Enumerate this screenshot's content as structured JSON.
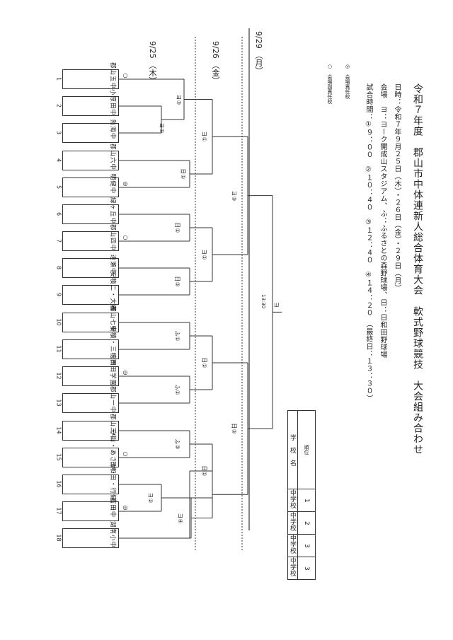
{
  "doc": {
    "title": "令和７年度　郡山市中体連新人総合体育大会　軟式野球競技　大会組み合わせ",
    "date_line": "日時：令和７年９月２５日（木）・２６日（金）・２９日（月）",
    "venue_line": "会場　ヨ：ヨーク開成山スタジアム、ふ：ふるさとの森野球場、日：日和田野球場",
    "time_line": "試合時間：①９：００　②１０：４０　③１２：４０　④１４：２０　（最終日：１３：３０）",
    "legend": {
      "double": "◎　会場責任校",
      "single": "○　会場副責任校"
    }
  },
  "dates": {
    "d3": "9/29\n（月）",
    "d2": "9/26\n（金）",
    "d1": "9/25\n（木）"
  },
  "final_time": "13:30",
  "teams": [
    {
      "num": "1",
      "name": "郡山五中",
      "mark": "○"
    },
    {
      "num": "2",
      "name": "小原田中",
      "mark": ""
    },
    {
      "num": "3",
      "name": "熱海中",
      "mark": ""
    },
    {
      "num": "4",
      "name": "郡山六中",
      "mark": ""
    },
    {
      "num": "5",
      "name": "明健中",
      "mark": "◎"
    },
    {
      "num": "6",
      "name": "緑ヶ丘中",
      "mark": ""
    },
    {
      "num": "7",
      "name": "郡山四中",
      "mark": "○"
    },
    {
      "num": "8",
      "name": "逢瀬中",
      "mark": ""
    },
    {
      "num": "9",
      "name": "安積二・大槻",
      "mark": ""
    },
    {
      "num": "10",
      "name": "郡山七中",
      "mark": ""
    },
    {
      "num": "11",
      "name": "安積・三穂田",
      "mark": ""
    },
    {
      "num": "12",
      "name": "西田学園",
      "mark": "◎"
    },
    {
      "num": "13",
      "name": "郡山一中",
      "mark": ""
    },
    {
      "num": "14",
      "name": "郡山三中",
      "mark": ""
    },
    {
      "num": "15",
      "name": "守山・あさか・湖南",
      "mark": "○"
    },
    {
      "num": "16",
      "name": "日和田・行健",
      "mark": ""
    },
    {
      "num": "17",
      "name": "富田中",
      "mark": "◎"
    },
    {
      "num": "18",
      "name": "湖南小中",
      "mark": ""
    }
  ],
  "games": {
    "r1_2_3": "ヨ③",
    "r1_23": "ヨ①",
    "r1_45": "日①",
    "r1_67": "日②",
    "r1_89": "日③",
    "r1_1011": "ふ①",
    "r1_1213": "ふ②",
    "r1_1415": "ふ③",
    "r1_1617": "ヨ②",
    "r2_a": "ヨ①",
    "r2_b": "ヨ②",
    "r2_c": "日②",
    "r2_d": "日①",
    "r2_e": "ヨ④",
    "qf_a": "ヨ③",
    "qf_b": "日③",
    "final": "ヨ"
  },
  "ranking": {
    "header": "順位",
    "school_header": "学　校　名",
    "rows": [
      {
        "rank": "1",
        "school": "中学校"
      },
      {
        "rank": "2",
        "school": "中学校"
      },
      {
        "rank": "3",
        "school": "中学校"
      },
      {
        "rank": "3",
        "school": "中学校"
      }
    ]
  }
}
